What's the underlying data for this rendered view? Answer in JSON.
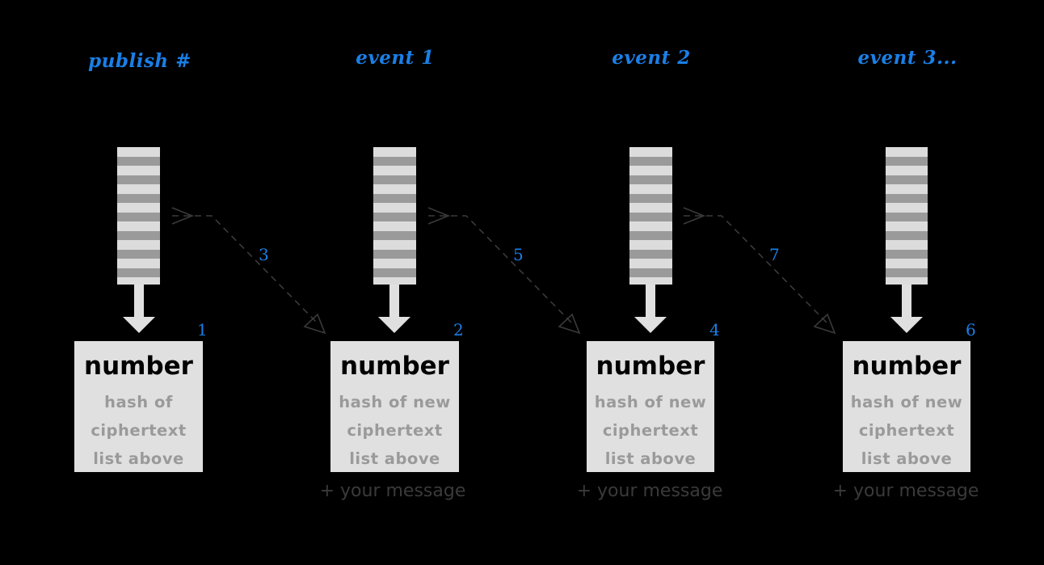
{
  "columns": [
    {
      "title": "publish #",
      "box_title": "number",
      "box_lines": [
        "hash of",
        "ciphertext",
        "list above"
      ],
      "box_number": "1",
      "message": ""
    },
    {
      "title": "event 1",
      "box_title": "number",
      "box_lines": [
        "hash of new",
        "ciphertext",
        "list above"
      ],
      "box_number": "2",
      "message": "+ your message"
    },
    {
      "title": "event 2",
      "box_title": "number",
      "box_lines": [
        "hash of new",
        "ciphertext",
        "list above"
      ],
      "box_number": "4",
      "message": "+ your message"
    },
    {
      "title": "event 3...",
      "box_title": "number",
      "box_lines": [
        "hash of new",
        "ciphertext",
        "list above"
      ],
      "box_number": "6",
      "message": "+ your message"
    }
  ],
  "links": [
    {
      "label": "3"
    },
    {
      "label": "5"
    },
    {
      "label": "7"
    }
  ],
  "colors": {
    "background": "#000000",
    "accent": "#1a7fe6",
    "box": "#e0e0e0",
    "stripe_light": "#dcdcdc",
    "stripe_dark": "#9a9a9a",
    "box_subtext": "#9a9a9a",
    "message_text": "#3a3a3a",
    "link_line": "#3a3a3a"
  }
}
